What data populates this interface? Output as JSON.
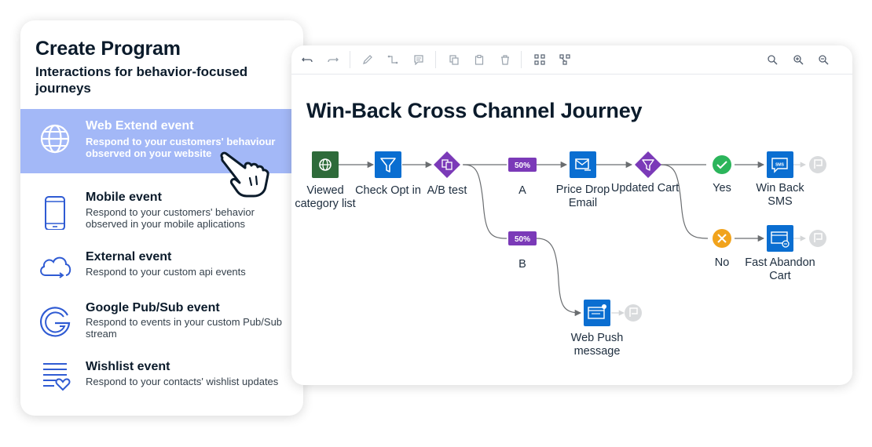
{
  "create_program": {
    "title": "Create Program",
    "subtitle": "Interactions for behavior-focused journeys",
    "events": [
      {
        "name": "Web Extend event",
        "description": "Respond to your customers' behaviour observed on your website",
        "icon": "globe-icon",
        "selected": true
      },
      {
        "name": "Mobile event",
        "description": "Respond to your customers' behavior observed in your mobile aplications",
        "icon": "mobile-phone-icon",
        "selected": false
      },
      {
        "name": "External event",
        "description": "Respond to your custom api events",
        "icon": "cloud-icon",
        "selected": false
      },
      {
        "name": "Google Pub/Sub event",
        "description": "Respond to events in your custom Pub/Sub stream",
        "icon": "google-icon",
        "selected": false
      },
      {
        "name": "Wishlist event",
        "description": "Respond to your contacts' wishlist updates",
        "icon": "wishlist-heart-icon",
        "selected": false
      }
    ]
  },
  "journey": {
    "title": "Win-Back Cross Channel Journey",
    "toolbar": {
      "left": [
        "undo-icon",
        "redo-icon",
        "pencil-icon",
        "connector-icon",
        "comment-icon",
        "copy-icon",
        "paste-icon",
        "delete-icon",
        "auto-layout-icon",
        "arrange-icon"
      ],
      "right": [
        "zoom-fit-icon",
        "zoom-in-icon",
        "zoom-out-icon"
      ]
    },
    "nodes": {
      "viewed": {
        "label": "Viewed category list",
        "icon": "globe-icon"
      },
      "check": {
        "label": "Check Opt in",
        "icon": "filter-icon"
      },
      "abtest": {
        "label": "A/B test",
        "icon": "ab-test-icon"
      },
      "branch_a": {
        "label": "A",
        "badge": "50%"
      },
      "branch_b": {
        "label": "B",
        "badge": "50%"
      },
      "price_drop": {
        "label": "Price Drop Email",
        "icon": "email-icon"
      },
      "updated_cart": {
        "label": "Updated Cart",
        "icon": "filter-icon"
      },
      "yes": {
        "label": "Yes",
        "icon": "check-icon"
      },
      "no": {
        "label": "No",
        "icon": "x-icon"
      },
      "win_back_sms": {
        "label": "Win Back SMS",
        "icon": "sms-icon"
      },
      "fast_abandon": {
        "label": "Fast Abandon Cart",
        "icon": "web-cart-icon"
      },
      "web_push": {
        "label": "Web Push message",
        "icon": "web-push-icon"
      }
    }
  },
  "colors": {
    "selected_bg": "#a3b8f7",
    "event_icon": "#2f5bd3",
    "node_green": "#2e6b3a",
    "node_blue": "#0a6ed1",
    "node_purple": "#7b3ab8",
    "yes_green": "#2bb55b",
    "no_orange": "#f1a31c",
    "end_gray": "#d9dbdd"
  }
}
